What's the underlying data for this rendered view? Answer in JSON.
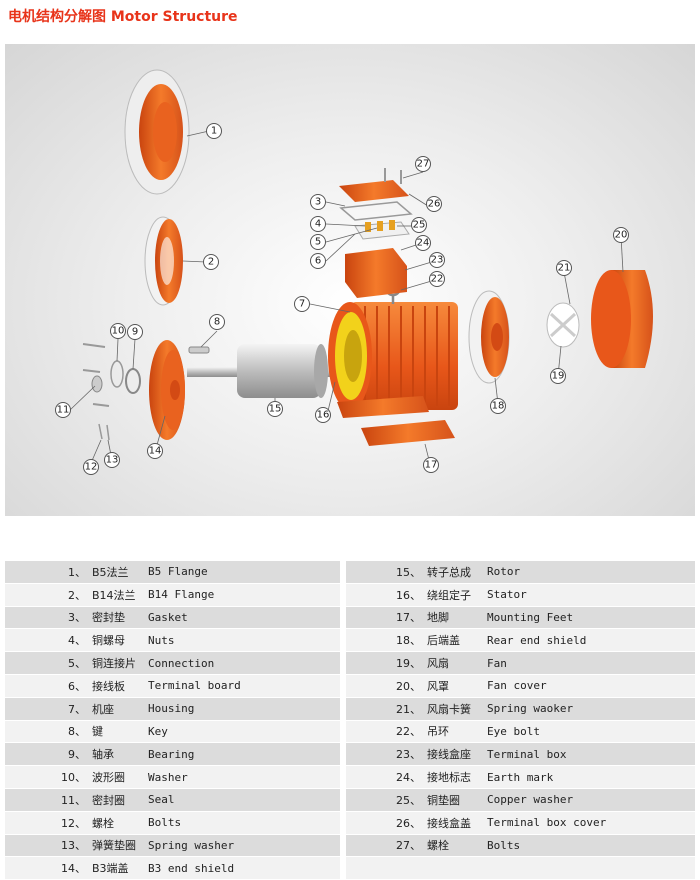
{
  "header": {
    "title_cn": "电机结构分解图",
    "title_en": "Motor Structure"
  },
  "parts_left": [
    {
      "num": "1、",
      "cn": "B5法兰",
      "en": "B5 Flange"
    },
    {
      "num": "2、",
      "cn": "B14法兰",
      "en": "B14 Flange"
    },
    {
      "num": "3、",
      "cn": "密封垫",
      "en": "Gasket"
    },
    {
      "num": "4、",
      "cn": "铜螺母",
      "en": "Nuts"
    },
    {
      "num": "5、",
      "cn": "铜连接片",
      "en": "Connection"
    },
    {
      "num": "6、",
      "cn": "接线板",
      "en": "Terminal board"
    },
    {
      "num": "7、",
      "cn": "机座",
      "en": "Housing"
    },
    {
      "num": "8、",
      "cn": "键",
      "en": "Key"
    },
    {
      "num": "9、",
      "cn": "轴承",
      "en": "Bearing"
    },
    {
      "num": "10、",
      "cn": "波形圈",
      "en": "Washer"
    },
    {
      "num": "11、",
      "cn": "密封圈",
      "en": "Seal"
    },
    {
      "num": "12、",
      "cn": "螺栓",
      "en": "Bolts"
    },
    {
      "num": "13、",
      "cn": "弹簧垫圈",
      "en": "Spring washer"
    },
    {
      "num": "14、",
      "cn": "B3端盖",
      "en": "B3 end shield"
    }
  ],
  "parts_right": [
    {
      "num": "15、",
      "cn": "转子总成",
      "en": "Rotor"
    },
    {
      "num": "16、",
      "cn": "绕组定子",
      "en": "Stator"
    },
    {
      "num": "17、",
      "cn": "地脚",
      "en": "Mounting Feet"
    },
    {
      "num": "18、",
      "cn": "后端盖",
      "en": "Rear end shield"
    },
    {
      "num": "19、",
      "cn": "风扇",
      "en": "Fan"
    },
    {
      "num": "20、",
      "cn": "风罩",
      "en": "Fan cover"
    },
    {
      "num": "21、",
      "cn": "风扇卡簧",
      "en": "Spring waoker"
    },
    {
      "num": "22、",
      "cn": "吊环",
      "en": "Eye bolt"
    },
    {
      "num": "23、",
      "cn": "接线盒座",
      "en": "Terminal box"
    },
    {
      "num": "24、",
      "cn": "接地标志",
      "en": "Earth mark"
    },
    {
      "num": "25、",
      "cn": "铜垫圈",
      "en": "Copper washer"
    },
    {
      "num": "26、",
      "cn": "接线盒盖",
      "en": "Terminal box cover"
    },
    {
      "num": "27、",
      "cn": "螺栓",
      "en": "Bolts"
    }
  ],
  "callouts": [
    "1",
    "2",
    "3",
    "4",
    "5",
    "6",
    "7",
    "8",
    "9",
    "10",
    "11",
    "12",
    "13",
    "14",
    "15",
    "16",
    "17",
    "18",
    "19",
    "20",
    "21",
    "22",
    "23",
    "24",
    "25",
    "26",
    "27"
  ],
  "colors": {
    "accent": "#e8341a",
    "part_orange": "#f26a1b",
    "shaft_gray": "#b8b8b8",
    "yellow": "#f2d21b"
  }
}
